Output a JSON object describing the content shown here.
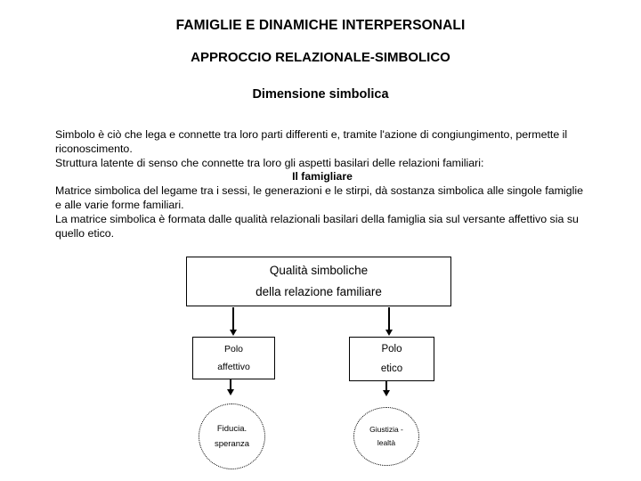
{
  "slide": {
    "title_main": "FAMIGLIE E DINAMICHE INTERPERSONALI",
    "title_sub": "APPROCCIO RELAZIONALE-SIMBOLICO",
    "title_section": "Dimensione simbolica",
    "paragraphs": [
      {
        "id": "p1",
        "text": "Simbolo è ciò che lega e connette tra loro parti differenti e, tramite l'azione di congiungimento, permette il riconoscimento.",
        "style": "left"
      },
      {
        "id": "p2",
        "text": "Struttura latente di senso che connette tra loro gli aspetti basilari delle relazioni familiari:",
        "style": "left"
      },
      {
        "id": "p3",
        "text": "Il famigliare",
        "style": "center-bold"
      },
      {
        "id": "p4",
        "text": "Matrice simbolica del legame tra i sessi, le generazioni e le stirpi, dà sostanza simbolica alle singole famiglie e alle varie forme familiari.",
        "style": "left"
      },
      {
        "id": "p5",
        "text": "La matrice simbolica è formata dalle qualità relazionali basilari della famiglia sia sul versante affettivo sia su quello etico.",
        "style": "left"
      }
    ],
    "diagram": {
      "main_box": {
        "line1": "Qualità simboliche",
        "line2": "della relazione familiare"
      },
      "pole_left": {
        "line1": "Polo",
        "line2": "affettivo"
      },
      "pole_right": {
        "line1": "Polo",
        "line2": "etico"
      },
      "quality_left": {
        "line1": "Fiducia.",
        "line2": "speranza"
      },
      "quality_right": {
        "line1": "Giustizia -",
        "line2": "lealtà"
      }
    }
  },
  "colors": {
    "background": "#ffffff",
    "text": "#000000",
    "stroke": "#000000"
  }
}
